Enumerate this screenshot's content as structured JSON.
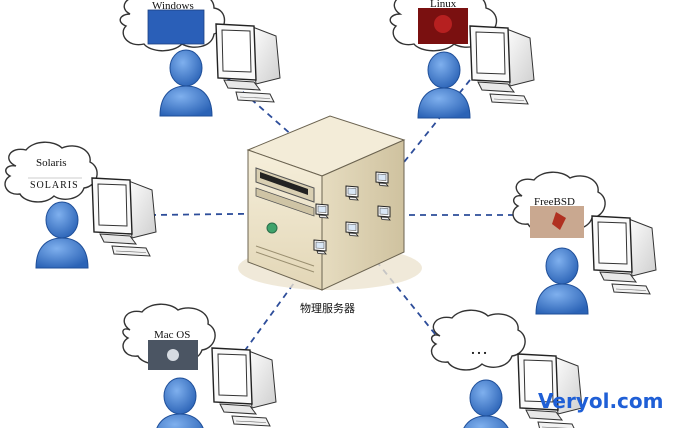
{
  "server": {
    "label": "物理服务器"
  },
  "clients": [
    {
      "id": "windows",
      "label": "Windows",
      "screen_color": "#2a5fb8"
    },
    {
      "id": "linux",
      "label": "Linux",
      "screen_color": "#7a1010"
    },
    {
      "id": "solaris",
      "label": "Solaris",
      "sub_label": "SOLARIS",
      "screen_color": ""
    },
    {
      "id": "freebsd",
      "label": "FreeBSD",
      "screen_color": "#c9a890"
    },
    {
      "id": "macos",
      "label": "Mac OS",
      "screen_color": "#4b5563"
    },
    {
      "id": "more",
      "label": "…",
      "screen_color": ""
    }
  ],
  "watermark": "Veryol.com",
  "colors": {
    "link": "#2d4d9a",
    "person": "#3b7bd1",
    "person_dark": "#1f4f99",
    "monitor": "#f3f3f3",
    "server": "#ede4cc"
  }
}
